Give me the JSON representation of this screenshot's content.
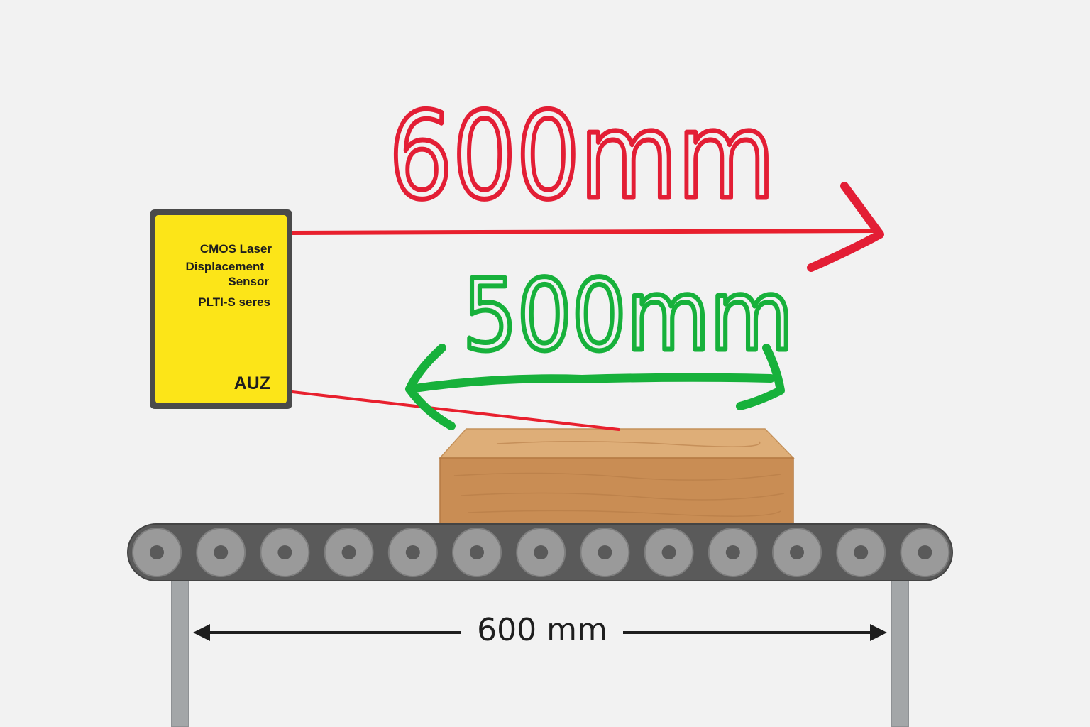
{
  "sensor": {
    "line1": "CMOS Laser",
    "line2": "Displacement",
    "line3": "Sensor",
    "line4": "PLTI-S seres",
    "brand": "AUZ"
  },
  "annotations": {
    "red_label": "600mm",
    "green_label": "500mm"
  },
  "dimension": {
    "label": "600 mm"
  },
  "colors": {
    "sensor_body": "#fce518",
    "sensor_frame": "#4a4a4a",
    "laser": "#e8202e",
    "red_annotation": "#e31e35",
    "green_annotation": "#17b13b",
    "box_top": "#deae78",
    "box_front": "#c98d54",
    "belt": "#5a5a5a",
    "roller": "#9a9a9a",
    "leg": "#a3a6a8"
  }
}
